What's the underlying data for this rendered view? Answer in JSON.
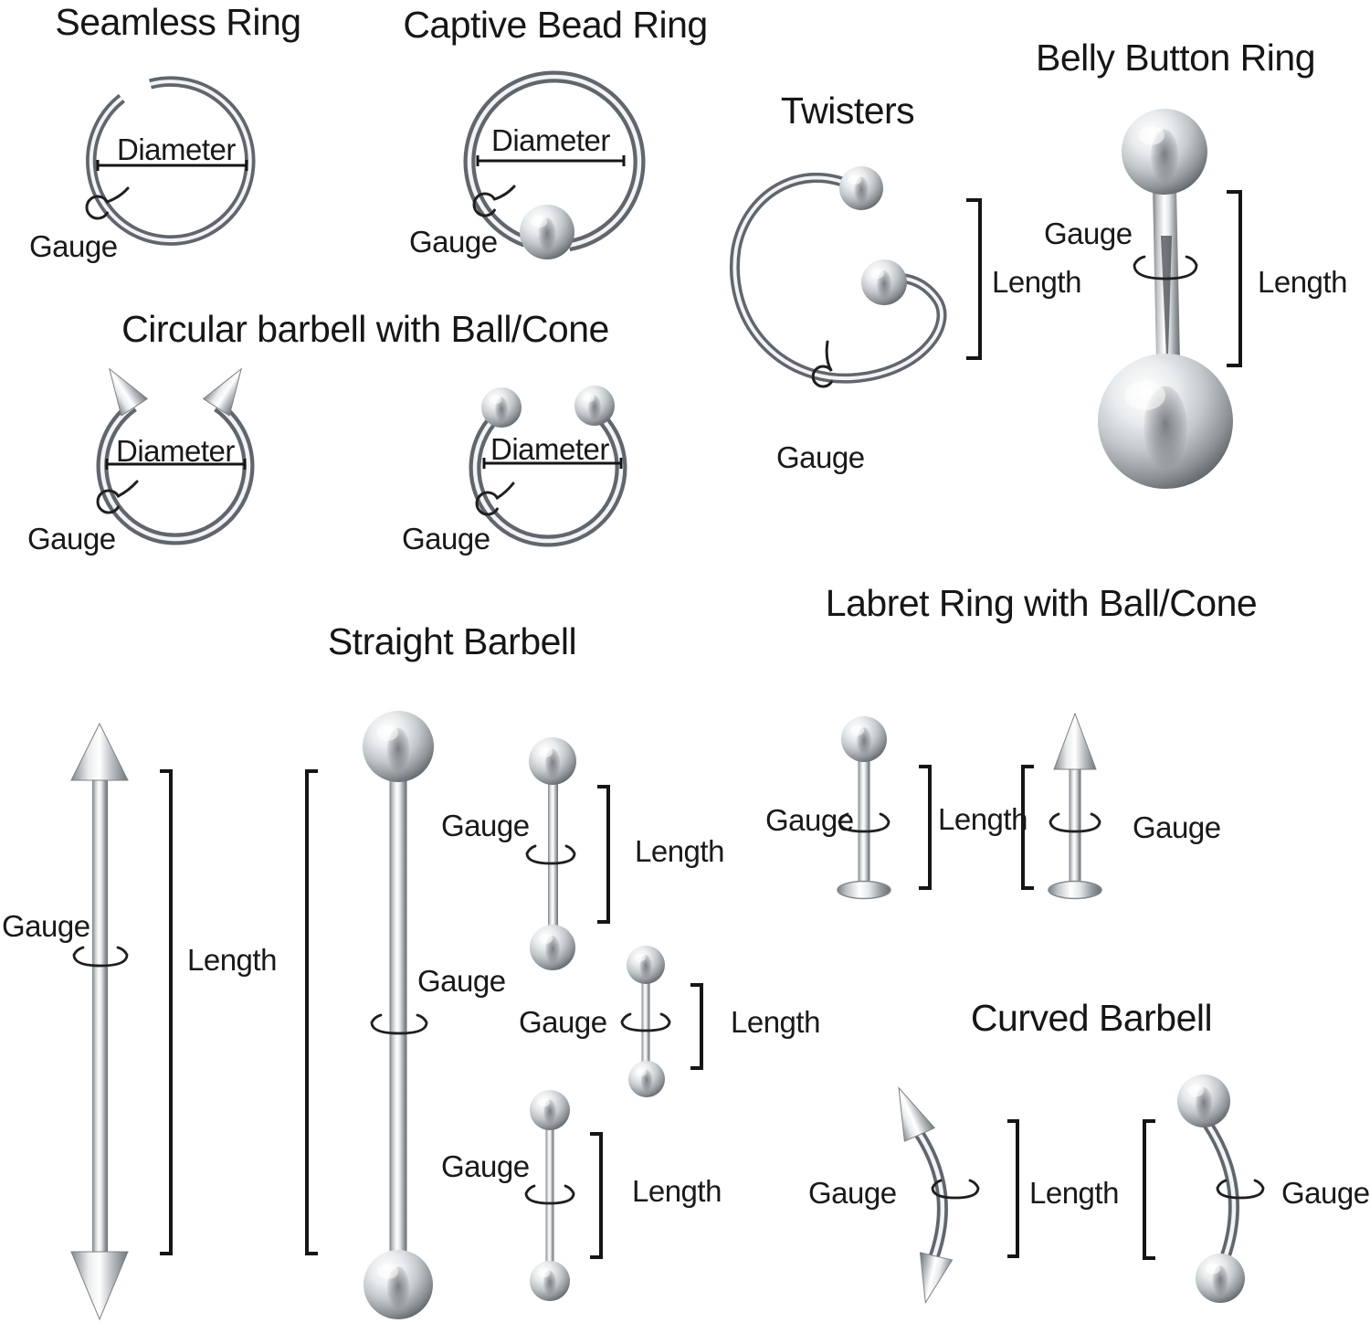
{
  "document": {
    "kind": "piercing-jewelry-size-guide-diagram",
    "background": "#ffffff"
  },
  "colors": {
    "text": "#191919",
    "annotation_line": "#151515",
    "metal_dark": "#53585d",
    "metal_mid": "#b6bbbf",
    "metal_light": "#ffffff"
  },
  "sections": {
    "seamless_ring": {
      "title": "Seamless Ring",
      "diameter_label": "Diameter",
      "gauge_label": "Gauge"
    },
    "captive_bead_ring": {
      "title": "Captive Bead Ring",
      "diameter_label": "Diameter",
      "gauge_label": "Gauge"
    },
    "twisters": {
      "title": "Twisters",
      "length_label": "Length",
      "gauge_label": "Gauge"
    },
    "belly_button_ring": {
      "title": "Belly Button Ring",
      "gauge_label": "Gauge",
      "length_label": "Length"
    },
    "circular_barbell": {
      "title": "Circular barbell with Ball/Cone",
      "cone_variant": {
        "diameter_label": "Diameter",
        "gauge_label": "Gauge"
      },
      "ball_variant": {
        "diameter_label": "Diameter",
        "gauge_label": "Gauge"
      }
    },
    "labret_ring": {
      "title": "Labret Ring with Ball/Cone",
      "ball_variant_gauge_label": "Gauge",
      "length_label": "Length",
      "cone_variant_gauge_label": "Gauge"
    },
    "straight_barbell": {
      "title": "Straight Barbell",
      "small_top": {
        "gauge_label": "Gauge",
        "length_label": "Length"
      },
      "industrial": {
        "gauge_left_label": "Gauge",
        "length_label": "Length",
        "gauge_right_label": "Gauge"
      },
      "small_right": {
        "gauge_label": "Gauge",
        "length_label": "Length"
      },
      "small_bottom": {
        "gauge_label": "Gauge",
        "length_label": "Length"
      }
    },
    "curved_barbell": {
      "title": "Curved Barbell",
      "gauge_left_label": "Gauge",
      "length_label": "Length",
      "gauge_right_label": "Gauge"
    }
  }
}
